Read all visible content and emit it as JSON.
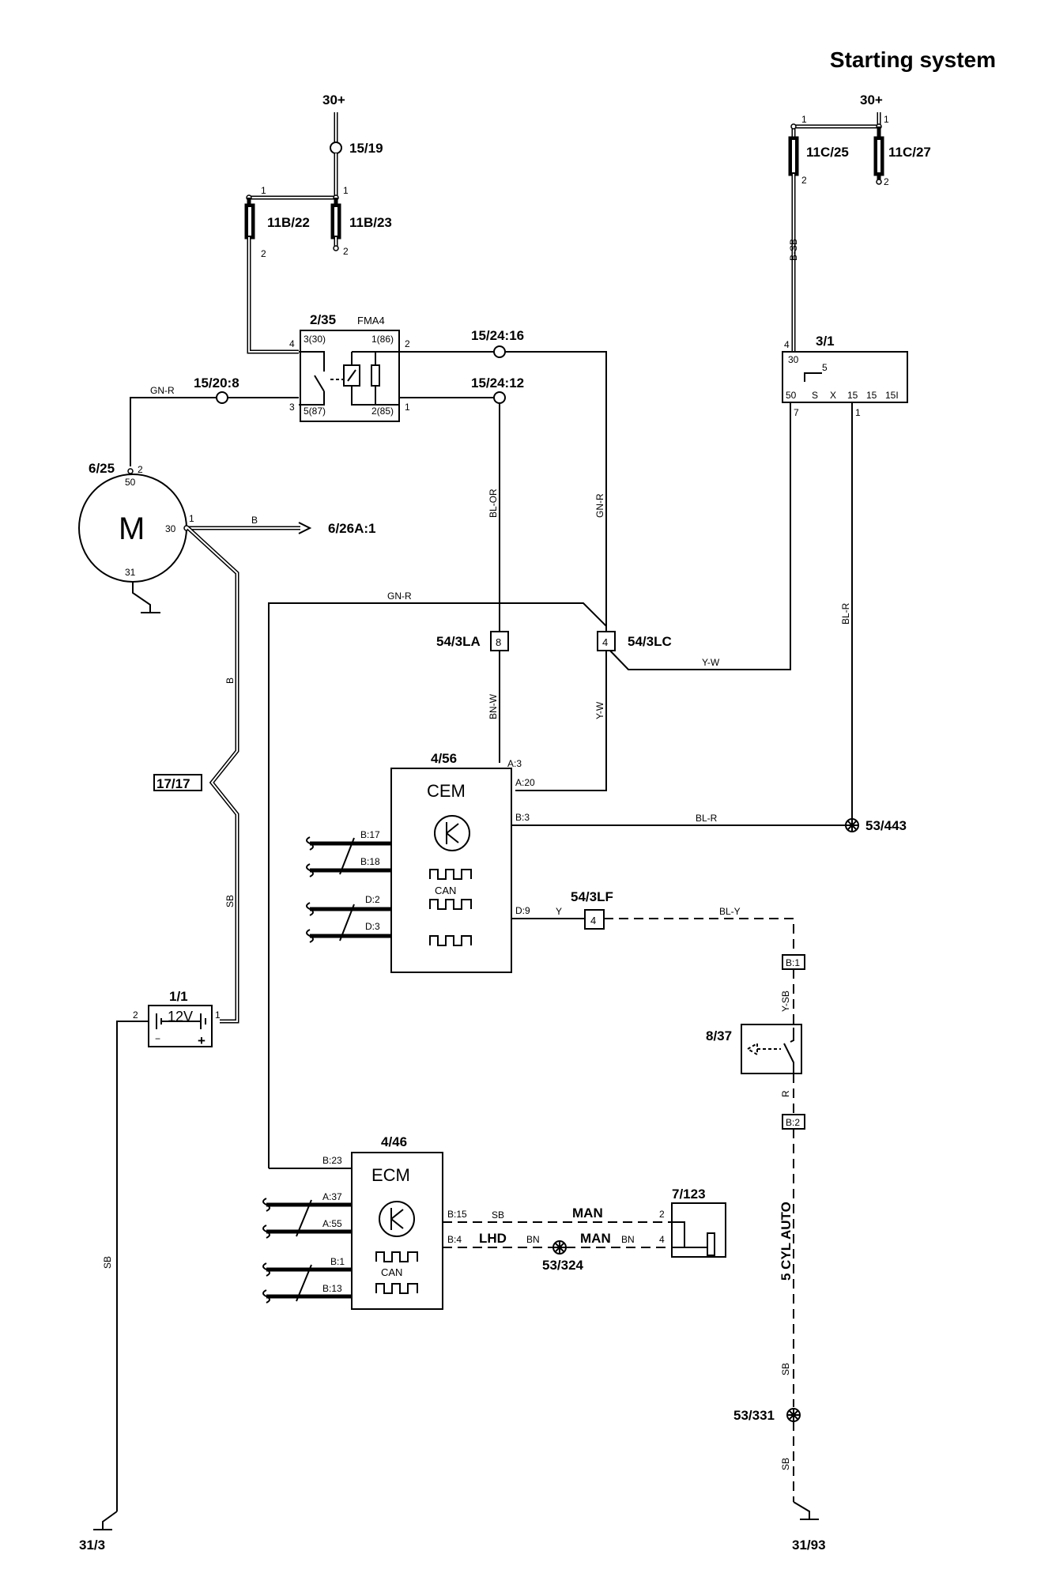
{
  "title": "Starting system",
  "supply": {
    "left": "30+",
    "right": "30+"
  },
  "fuses": {
    "f1519": "15/19",
    "f11b22": "11B/22",
    "f11b23": "11B/23",
    "f11c25": "11C/25",
    "f11c27": "11C/27"
  },
  "relay": {
    "id": "2/35",
    "name": "FMA4",
    "p3": "3(30)",
    "p5": "5(87)",
    "p1": "1(86)",
    "p2": "2(85)"
  },
  "ignition": {
    "id": "3/1",
    "terms": [
      "30",
      "50",
      "S",
      "X",
      "15",
      "15",
      "15I"
    ],
    "pos": "5"
  },
  "motor": {
    "id": "6/25",
    "letter": "M",
    "p50": "50",
    "p30": "30",
    "p31": "31",
    "dest": "6/26A:1"
  },
  "cem": {
    "id": "4/56",
    "name": "CEM",
    "can": "CAN",
    "pins": [
      "A:3",
      "A:20",
      "B:3",
      "D:9",
      "B:17",
      "B:18",
      "D:2",
      "D:3"
    ]
  },
  "ecm": {
    "id": "4/46",
    "name": "ECM",
    "can": "CAN",
    "pins": [
      "B:23",
      "B:15",
      "B:4",
      "A:37",
      "A:55",
      "B:1",
      "B:13"
    ]
  },
  "battery": {
    "id": "1/1",
    "voltage": "12V"
  },
  "connectors": {
    "la": "54/3LA",
    "la_pin": "8",
    "lc": "54/3LC",
    "lc_pin": "4",
    "lf": "54/3LF",
    "lf_pin": "4",
    "c1717": "17/17",
    "b1": "B:1",
    "b2": "B:2"
  },
  "splices": {
    "s1524_16": "15/24:16",
    "s1524_12": "15/24:12",
    "s1520_8": "15/20:8",
    "s53443": "53/443",
    "s53324": "53/324",
    "s53331": "53/331"
  },
  "grounds": {
    "g313": "31/3",
    "g3193": "31/93"
  },
  "switch": {
    "id": "8/37"
  },
  "sensor": {
    "id": "7/123"
  },
  "wires": {
    "gnr": "GN-R",
    "blor": "BL-OR",
    "bnw": "BN-W",
    "yw": "Y-W",
    "bsb": "B-SB",
    "blr": "BL-R",
    "b": "B",
    "sb": "SB",
    "y": "Y",
    "bly": "BL-Y",
    "ysb": "Y-SB",
    "r": "R",
    "bn": "BN"
  },
  "notes": {
    "man": "MAN",
    "lhd": "LHD",
    "variant": "5 CYL  AUTO"
  }
}
